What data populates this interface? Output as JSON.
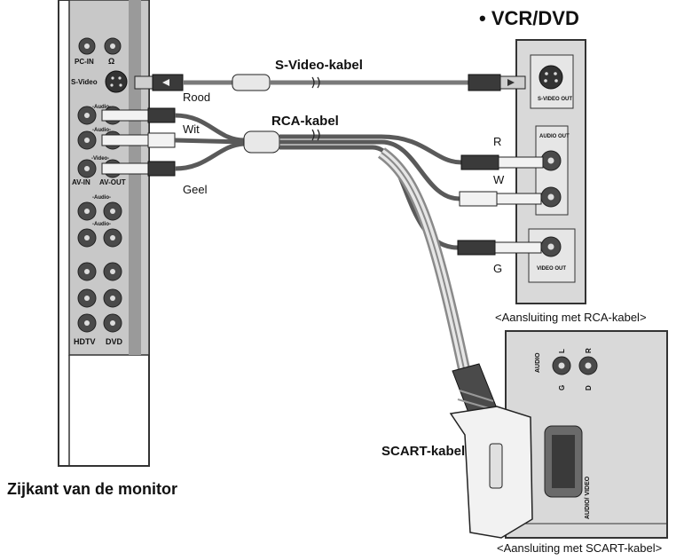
{
  "colors": {
    "panel_fill": "#c8c8c8",
    "panel_dark": "#9a9a9a",
    "device_fill": "#d9d9d9",
    "jack": "#4a4a4a",
    "cable_dark": "#5a5a5a",
    "cable_light": "#e6e6e6",
    "plug_white": "#f2f2f2"
  },
  "labels": {
    "vcr_dvd": "• VCR/DVD",
    "svideo_cable": "S-Video-kabel",
    "rca_cable": "RCA-kabel",
    "scart_cable": "SCART-kabel",
    "monitor_side": "Zijkant van de monitor",
    "rca_connection": "<Aansluiting met RCA-kabel>",
    "scart_connection": "<Aansluiting met SCART-kabel>",
    "rood": "Rood",
    "wit": "Wit",
    "geel": "Geel",
    "r": "R",
    "w": "W",
    "g": "G"
  },
  "monitor_panel": {
    "pc_in": "PC-IN",
    "omega": "Ω",
    "s_video": "S-Video",
    "audio": "-Audio-",
    "video": "-Video-",
    "av_in": "AV-IN",
    "av_out": "AV-OUT",
    "hdtv": "HDTV",
    "dvd": "DVD"
  },
  "vcr_panel": {
    "svideo_out": "S-VIDEO OUT",
    "audio_out": "AUDIO OUT",
    "video_out": "VIDEO OUT"
  },
  "scart_device": {
    "audio": "AUDIO",
    "l": "L",
    "r": "R",
    "g": "G",
    "d": "D",
    "audio_video": "AUDIO/ VIDEO"
  }
}
